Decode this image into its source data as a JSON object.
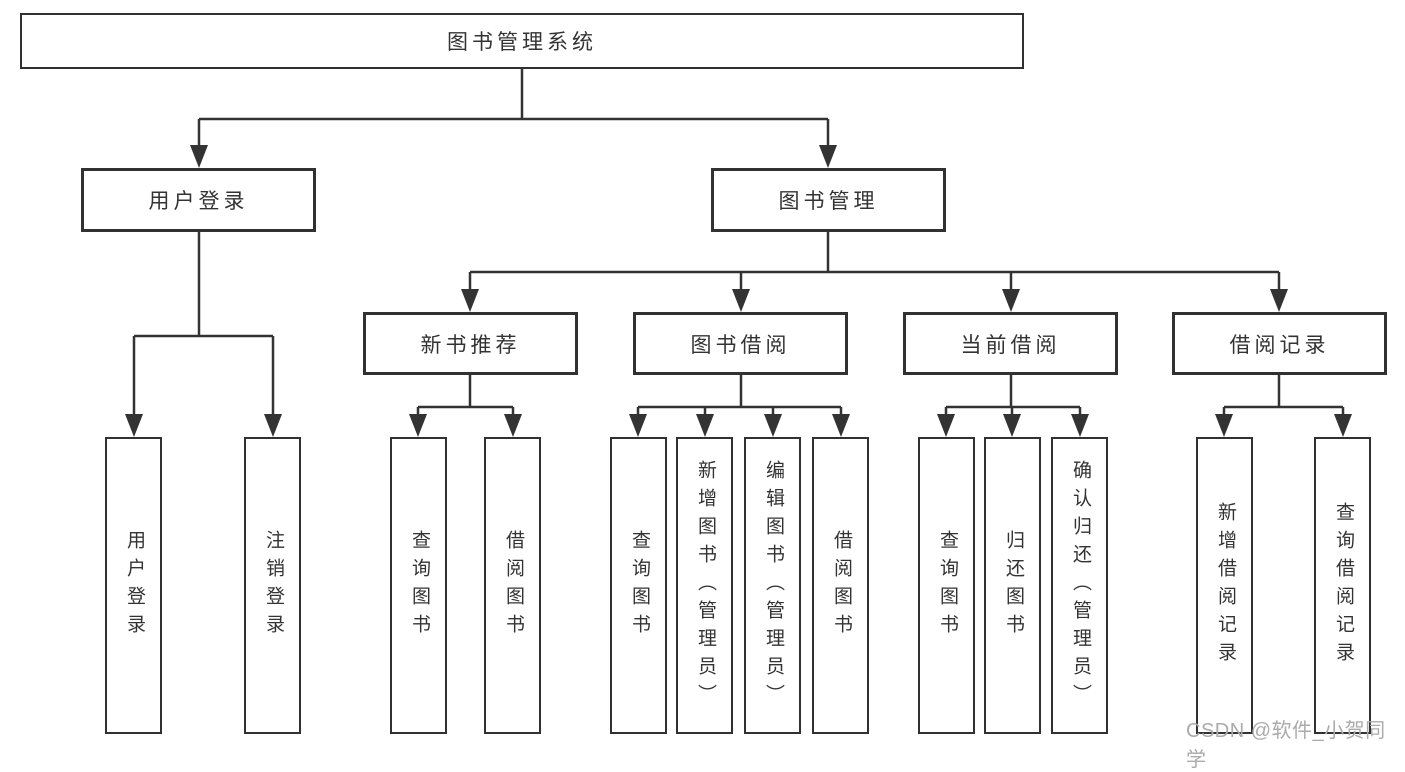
{
  "tree": {
    "root": {
      "label": "图书管理系统"
    },
    "branches": [
      {
        "label": "用户登录",
        "children": [
          {
            "label": "用户登录"
          },
          {
            "label": "注销登录"
          }
        ]
      },
      {
        "label": "图书管理",
        "children": [
          {
            "label": "新书推荐",
            "children": [
              {
                "label": "查询图书"
              },
              {
                "label": "借阅图书"
              }
            ]
          },
          {
            "label": "图书借阅",
            "children": [
              {
                "label": "查询图书"
              },
              {
                "label": "新增图书（管理员）"
              },
              {
                "label": "编辑图书（管理员）"
              },
              {
                "label": "借阅图书"
              }
            ]
          },
          {
            "label": "当前借阅",
            "children": [
              {
                "label": "查询图书"
              },
              {
                "label": "归还图书"
              },
              {
                "label": "确认归还（管理员）"
              }
            ]
          },
          {
            "label": "借阅记录",
            "children": [
              {
                "label": "新增借阅记录"
              },
              {
                "label": "查询借阅记录"
              }
            ]
          }
        ]
      }
    ]
  },
  "watermark": {
    "text": "CSDN @软件_小贺同学"
  },
  "colors": {
    "line": "#333333",
    "text": "#333333",
    "box_border": "#313131",
    "box_background": "#ffffff",
    "page_background": "#ffffff",
    "watermark": "#ababab"
  }
}
